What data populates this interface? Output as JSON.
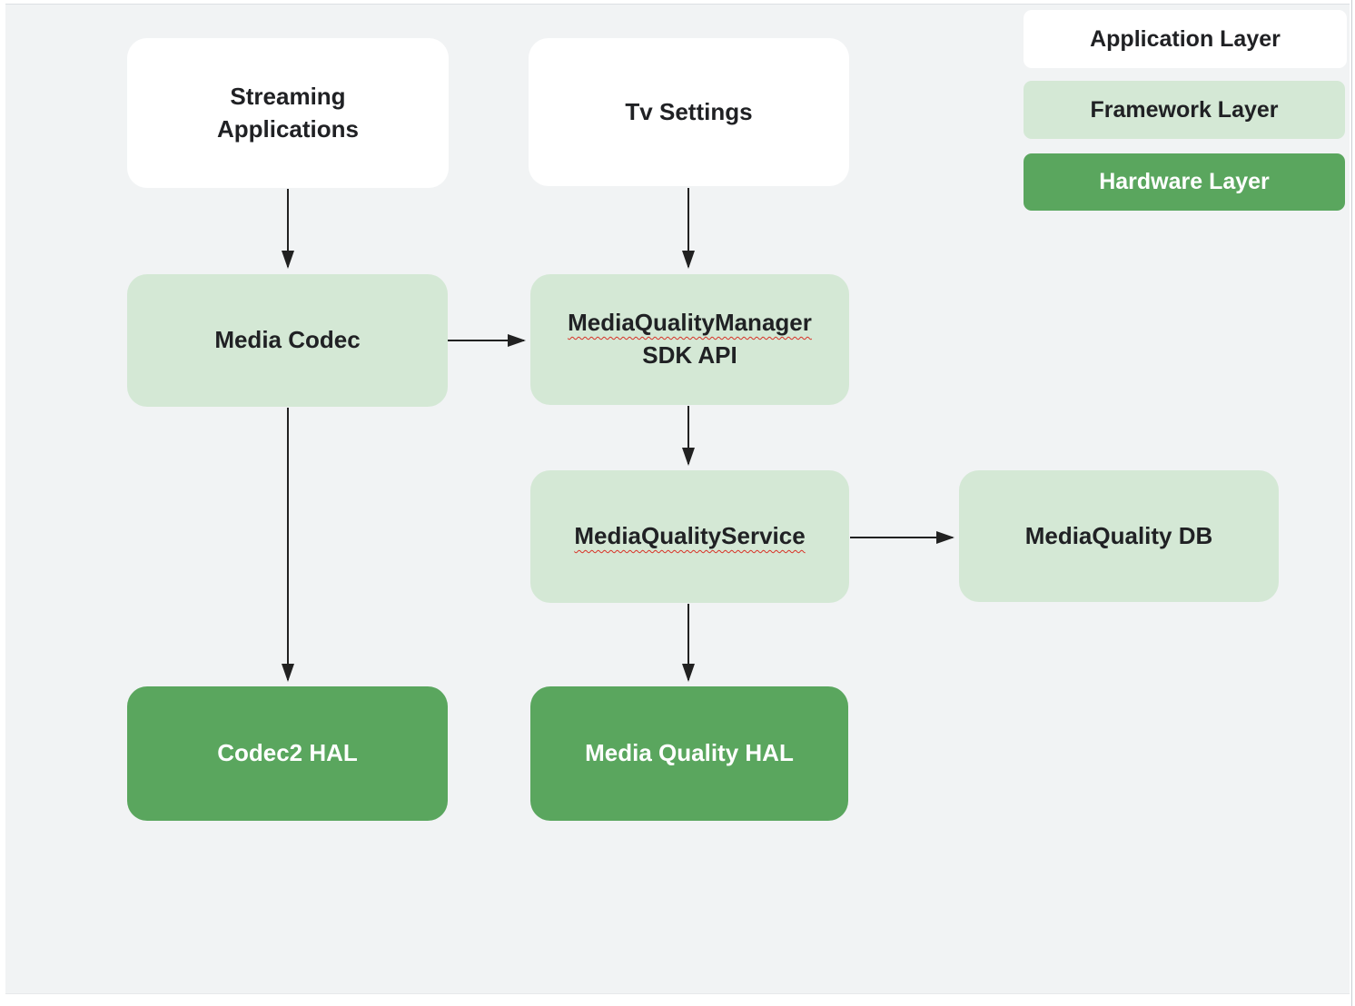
{
  "legend": {
    "items": {
      "application": {
        "label": "Application Layer"
      },
      "framework": {
        "label": "Framework Layer"
      },
      "hardware": {
        "label": "Hardware Layer"
      }
    }
  },
  "nodes": {
    "streaming_applications": {
      "label": "Streaming Applications",
      "layer": "application"
    },
    "tv_settings": {
      "label": "Tv Settings",
      "layer": "application"
    },
    "media_codec": {
      "label": "Media Codec",
      "layer": "framework"
    },
    "media_quality_manager_sdk_api": {
      "label_line1": "MediaQualityManager",
      "label_line2": "SDK API",
      "layer": "framework",
      "spellcheck_underline_on_line1": true
    },
    "media_quality_service": {
      "label": "MediaQualityService",
      "layer": "framework",
      "spellcheck_underline": true
    },
    "media_quality_db": {
      "label": "MediaQuality DB",
      "layer": "framework"
    },
    "codec2_hal": {
      "label": "Codec2 HAL",
      "layer": "hardware"
    },
    "media_quality_hal": {
      "label": "Media Quality HAL",
      "layer": "hardware"
    }
  },
  "edges": [
    {
      "from": "streaming_applications",
      "to": "media_codec",
      "direction": "down"
    },
    {
      "from": "tv_settings",
      "to": "media_quality_manager_sdk_api",
      "direction": "down"
    },
    {
      "from": "media_codec",
      "to": "media_quality_manager_sdk_api",
      "direction": "right"
    },
    {
      "from": "media_quality_manager_sdk_api",
      "to": "media_quality_service",
      "direction": "down"
    },
    {
      "from": "media_quality_service",
      "to": "media_quality_db",
      "direction": "right"
    },
    {
      "from": "media_quality_service",
      "to": "media_quality_hal",
      "direction": "down"
    },
    {
      "from": "media_codec",
      "to": "codec2_hal",
      "direction": "down"
    }
  ],
  "colors": {
    "application_layer": "#ffffff",
    "framework_layer": "#d4e8d5",
    "hardware_layer": "#5aa65e",
    "background": "#f1f3f4",
    "arrow": "#212121",
    "text_dark": "#202124",
    "text_light": "#ffffff",
    "spellcheck_underline": "#d93025"
  }
}
